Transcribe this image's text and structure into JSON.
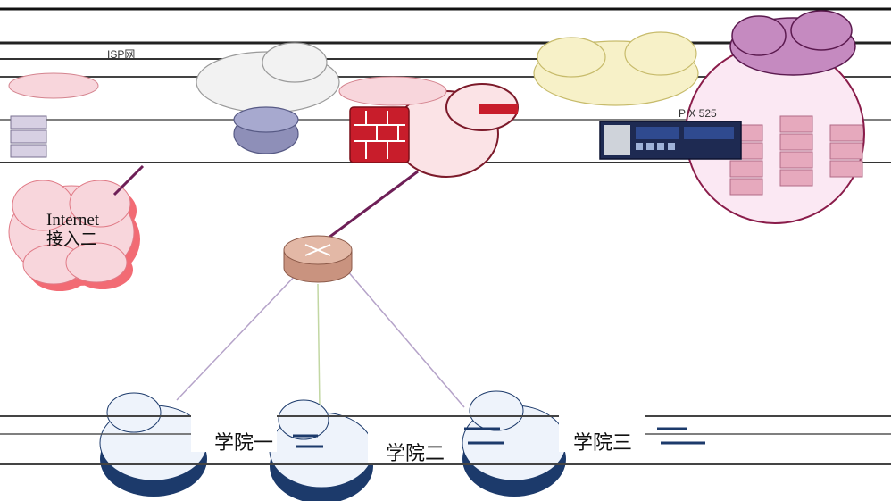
{
  "diagram": {
    "internet_label_line1": "Internet",
    "internet_label_line2": "接入二",
    "colleges": [
      "学院一",
      "学院二",
      "学院三"
    ],
    "top_glitch_text": [
      "ISP网",
      "PIX 525"
    ],
    "colors": {
      "background": "#ffffff",
      "cloud_pink": "#f8d6dc",
      "cloud_shadow": "#e07a86",
      "router": "#d9a999",
      "firewall": "#c81d2b",
      "server_zone": "#fbe8f3",
      "server_zone_border": "#8a1c4a",
      "cloud_blue_shadow": "#1c3a6b",
      "link_purple": "#6e1f57",
      "link_thin": "#b5a3c9"
    }
  }
}
